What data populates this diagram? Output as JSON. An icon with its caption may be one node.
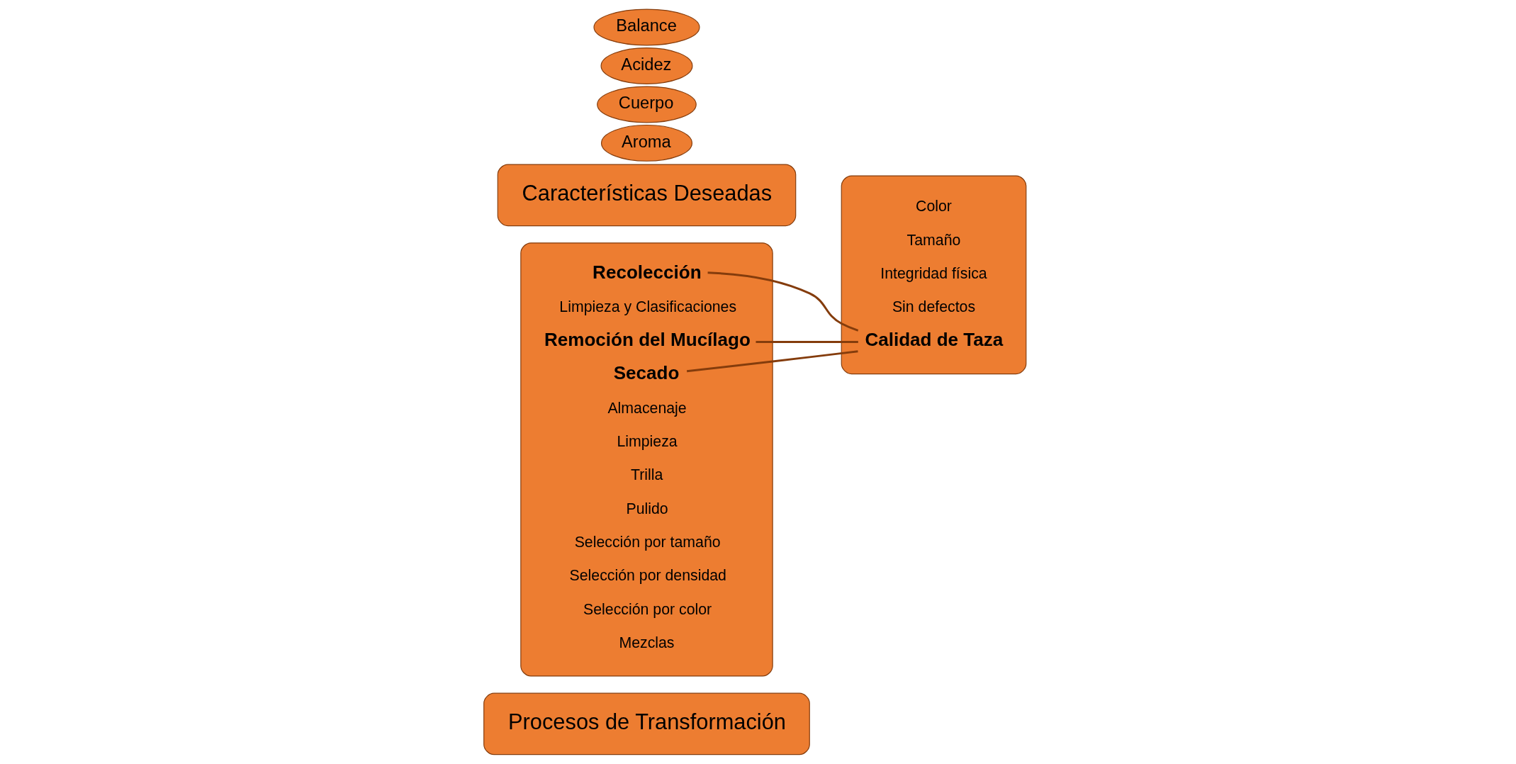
{
  "diagram": {
    "nodes": [
      {
        "text": [
          "Procesos de Transformación"
        ]
      },
      {
        "text": [],
        "shape": "box"
      },
      {
        "text": [
          "Recolección"
        ],
        "in": 1
      },
      {
        "text": [
          "Limpieza y Clasificaciones"
        ],
        "in": 1
      },
      {
        "text": [
          "Remoción del Mucílago"
        ],
        "in": 1
      },
      {
        "text": [
          "Secado"
        ],
        "in": 1
      },
      {
        "text": [
          "Almacenaje"
        ],
        "in": 1
      },
      {
        "text": [
          "Limpieza"
        ],
        "in": 1
      },
      {
        "text": [
          "Trilla"
        ],
        "in": 1
      },
      {
        "text": [
          "Pulido"
        ],
        "in": 1
      },
      {
        "text": [
          "Selección por tamaño"
        ],
        "in": 1
      },
      {
        "text": [
          "Selección por densidad"
        ],
        "in": 1
      },
      {
        "text": [
          "Selección por color"
        ],
        "in": 1
      },
      {
        "text": [
          "Mezclas"
        ],
        "in": 1
      },
      {
        "text": [
          "Características Deseadas"
        ]
      },
      {
        "text": [],
        "shape": "box"
      },
      {
        "text": [
          "Color"
        ],
        "in": 15
      },
      {
        "text": [
          "Tamaño"
        ],
        "in": 15
      },
      {
        "text": [
          "Integridad física"
        ],
        "in": 15
      },
      {
        "text": [
          "Sin defectos"
        ],
        "in": 15
      },
      {
        "text": [
          "Calidad de Taza"
        ],
        "in": 15
      },
      {
        "text": [
          "Aroma"
        ]
      },
      {
        "text": [
          "Cuerpo"
        ]
      },
      {
        "text": [
          "Acidez"
        ]
      },
      {
        "text": [
          "Balance"
        ]
      }
    ],
    "edges": [
      {
        "from": 2,
        "to": 20,
        "arrow": "none"
      },
      {
        "from": 4,
        "to": 20,
        "arrow": "none"
      },
      {
        "from": 5,
        "to": 20,
        "arrow": "none"
      }
    ]
  }
}
